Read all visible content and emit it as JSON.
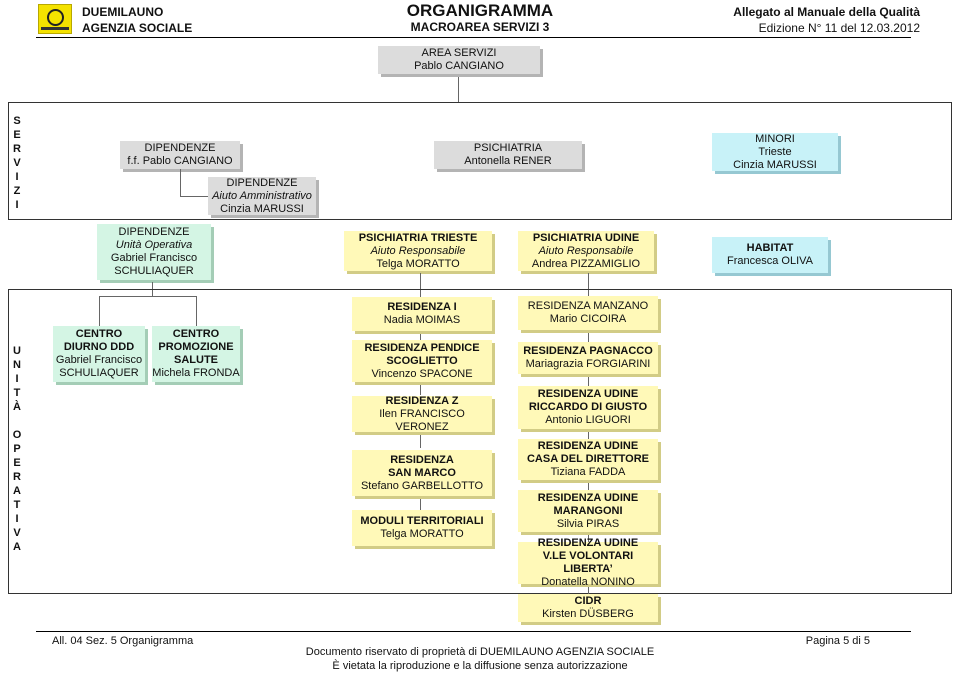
{
  "header": {
    "org_line1": "DUEMILAUNO",
    "org_line2": "AGENZIA SOCIALE",
    "title": "ORGANIGRAMMA",
    "subtitle": "MACROAREA SERVIZI 3",
    "right_line1": "Allegato al Manuale della Qualità",
    "right_line2": "Edizione N° 11 del 12.03.2012"
  },
  "area_servizi": {
    "title": "AREA SERVIZI",
    "name": "Pablo CANGIANO"
  },
  "section_labels": {
    "servizi": [
      "S",
      "E",
      "R",
      "V",
      "I",
      "Z",
      "I"
    ],
    "unita": [
      "U",
      "N",
      "I",
      "T",
      "À",
      "",
      "O",
      "P",
      "E",
      "R",
      "A",
      "T",
      "I",
      "V",
      "A"
    ]
  },
  "servizi": {
    "dipendenze": {
      "title": "DIPENDENZE",
      "name": "f.f. Pablo CANGIANO"
    },
    "dipendenze_aiuto": {
      "title": "DIPENDENZE",
      "role": "Aiuto Amministrativo",
      "name": "Cinzia MARUSSI"
    },
    "psichiatria": {
      "title": "PSICHIATRIA",
      "name": "Antonella RENER"
    },
    "minori": {
      "title": "MINORI",
      "place": "Trieste",
      "name": "Cinzia MARUSSI"
    }
  },
  "mid": {
    "dip_unita": {
      "title": "DIPENDENZE",
      "role": "Unità Operativa",
      "name1": "Gabriel Francisco",
      "name2": "SCHULIAQUER"
    },
    "psi_trieste": {
      "title": "PSICHIATRIA TRIESTE",
      "role": "Aiuto Responsabile",
      "name": "Telga MORATTO"
    },
    "psi_udine": {
      "title": "PSICHIATRIA UDINE",
      "role": "Aiuto Responsabile",
      "name": "Andrea PIZZAMIGLIO"
    },
    "habitat": {
      "title": "HABITAT",
      "name": "Francesca OLIVA"
    }
  },
  "unita": {
    "centro_diurno": {
      "l1": "CENTRO",
      "l2": "DIURNO DDD",
      "n1": "Gabriel Francisco",
      "n2": "SCHULIAQUER"
    },
    "centro_promozione": {
      "l1": "CENTRO",
      "l2": "PROMOZIONE",
      "l3": "SALUTE",
      "n1": "Michela FRONDA"
    },
    "trieste": [
      {
        "t1": "RESIDENZA I",
        "t2": "",
        "name": "Nadia MOIMAS"
      },
      {
        "t1": "RESIDENZA PENDICE",
        "t2": "SCOGLIETTO",
        "name": "Vincenzo SPACONE"
      },
      {
        "t1": "RESIDENZA Z",
        "t2": "",
        "name": "Ilen FRANCISCO VERONEZ"
      },
      {
        "t1": "RESIDENZA",
        "t2": "SAN MARCO",
        "name": "Stefano GARBELLOTTO"
      },
      {
        "t1": "MODULI TERRITORIALI",
        "t2": "",
        "name": "Telga MORATTO"
      }
    ],
    "udine": [
      {
        "t1": "RESIDENZA MANZANO",
        "t2": "",
        "name": "Mario CICOIRA"
      },
      {
        "t1": "RESIDENZA PAGNACCO",
        "t2": "",
        "name": "Mariagrazia FORGIARINI"
      },
      {
        "t1": "RESIDENZA UDINE",
        "t2": "RICCARDO DI GIUSTO",
        "name": "Antonio LIGUORI"
      },
      {
        "t1": "RESIDENZA UDINE",
        "t2": "CASA DEL DIRETTORE",
        "name": "Tiziana FADDA"
      },
      {
        "t1": "RESIDENZA UDINE",
        "t2": "MARANGONI",
        "name": "Silvia PIRAS"
      },
      {
        "t1": "RESIDENZA UDINE",
        "t2": "V.LE VOLONTARI LIBERTA’",
        "name": "Donatella NONINO"
      },
      {
        "t1": "CIDR",
        "t2": "",
        "name": "Kirsten DÜSBERG"
      }
    ]
  },
  "footer": {
    "left": "All. 04 Sez. 5 Organigramma",
    "center1": "Documento riservato di proprietà di DUEMILAUNO AGENZIA SOCIALE",
    "center2": "È vietata la riproduzione e la diffusione senza autorizzazione",
    "right": "Pagina 5 di 5"
  },
  "colors": {
    "gray_box": "#dcdcdc",
    "yellow_box": "#fff9b8",
    "cyan_box": "#c8f2f8",
    "green_box": "#d4f5e4"
  }
}
